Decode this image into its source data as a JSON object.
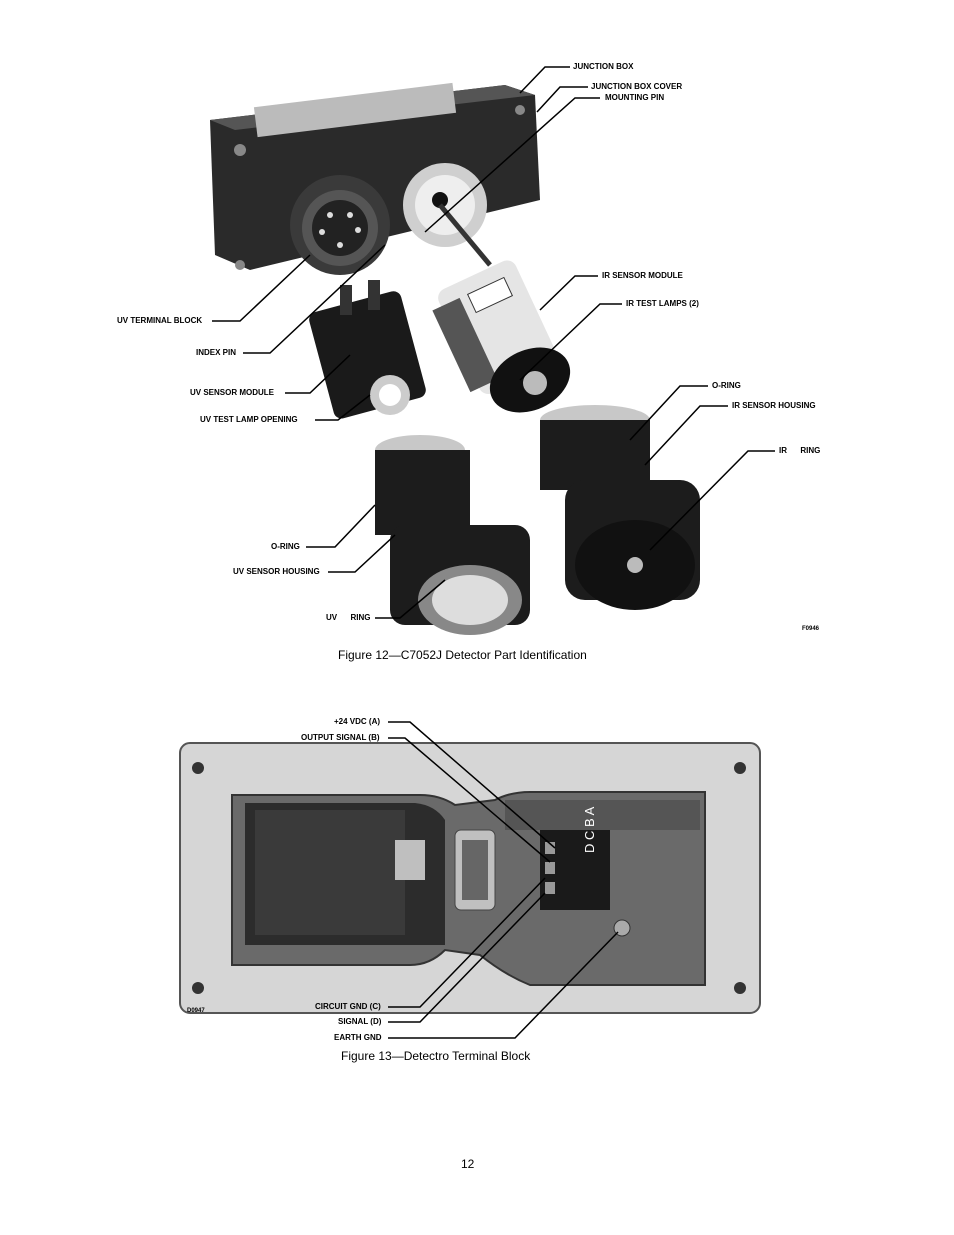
{
  "figure12": {
    "caption": "Figure 12—C7052J Detector Part Identification",
    "code": "F0946",
    "labels": {
      "junction_box": "JUNCTION BOX",
      "junction_box_cover": "JUNCTION BOX COVER",
      "mounting_pin": "MOUNTING PIN",
      "ir_sensor_module": "IR SENSOR MODULE",
      "ir_test_lamps": "IR TEST LAMPS (2)",
      "uv_terminal_block": "UV TERMINAL BLOCK",
      "index_pin": "INDEX PIN",
      "uv_sensor_module": "UV SENSOR MODULE",
      "uv_test_lamp_opening": "UV TEST LAMP OPENING",
      "o_ring_right": "O-RING",
      "ir_sensor_housing": "IR SENSOR HOUSING",
      "ir_ring": "IR      RING",
      "o_ring_left": "O-RING",
      "uv_sensor_housing": "UV SENSOR HOUSING",
      "uv_ring": "UV      RING"
    }
  },
  "figure13": {
    "caption": "Figure 13—Detectro Terminal Block",
    "code": "D0947",
    "labels": {
      "plus24": "+24 VDC (A)",
      "output_signal": "OUTPUT SIGNAL (B)",
      "circuit_gnd": "CIRCUIT GND (C)",
      "signal": "SIGNAL (D)",
      "earth_gnd": "EARTH GND"
    },
    "terminal_letters": "D C B A"
  },
  "page_number": "12"
}
